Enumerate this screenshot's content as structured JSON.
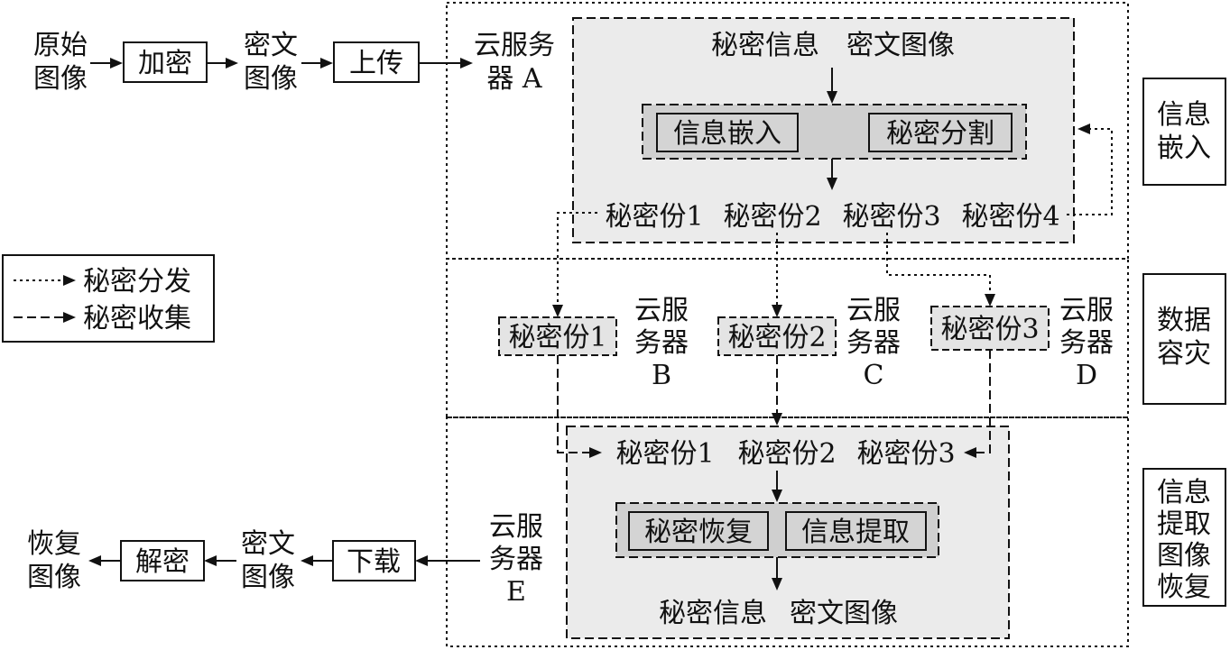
{
  "flow_top": {
    "original_image": [
      "原始",
      "图像"
    ],
    "encrypt": "加密",
    "cipher_image": [
      "密文",
      "图像"
    ],
    "upload": "上传",
    "cloud_a": [
      "云服务",
      "器 A"
    ]
  },
  "embed_region": {
    "secret_info": "秘密信息",
    "cipher_image": "密文图像",
    "info_embed": "信息嵌入",
    "secret_split": "秘密分割",
    "shares": [
      "秘密份1",
      "秘密份2",
      "秘密份3",
      "秘密份4"
    ]
  },
  "legend": {
    "distribute": "秘密分发",
    "collect": "秘密收集"
  },
  "disaster_region": {
    "servers": [
      {
        "share": "秘密份1",
        "name": [
          "云服",
          "务器",
          "B"
        ]
      },
      {
        "share": "秘密份2",
        "name": [
          "云服",
          "务器",
          "C"
        ]
      },
      {
        "share": "秘密份3",
        "name": [
          "云服",
          "务器",
          "D"
        ]
      }
    ]
  },
  "extract_region": {
    "shares": [
      "秘密份1",
      "秘密份2",
      "秘密份3"
    ],
    "secret_recover": "秘密恢复",
    "info_extract": "信息提取",
    "secret_info": "秘密信息",
    "cipher_image": "密文图像"
  },
  "flow_bottom": {
    "cloud_e": [
      "云服",
      "务器",
      "E"
    ],
    "download": "下载",
    "cipher_image": [
      "密文",
      "图像"
    ],
    "decrypt": "解密",
    "recovered_image": [
      "恢复",
      "图像"
    ]
  },
  "side_labels": {
    "embed": [
      "信息",
      "嵌入"
    ],
    "disaster": [
      "数据",
      "容灾"
    ],
    "extract": [
      "信息",
      "提取",
      "图像",
      "恢复"
    ]
  }
}
